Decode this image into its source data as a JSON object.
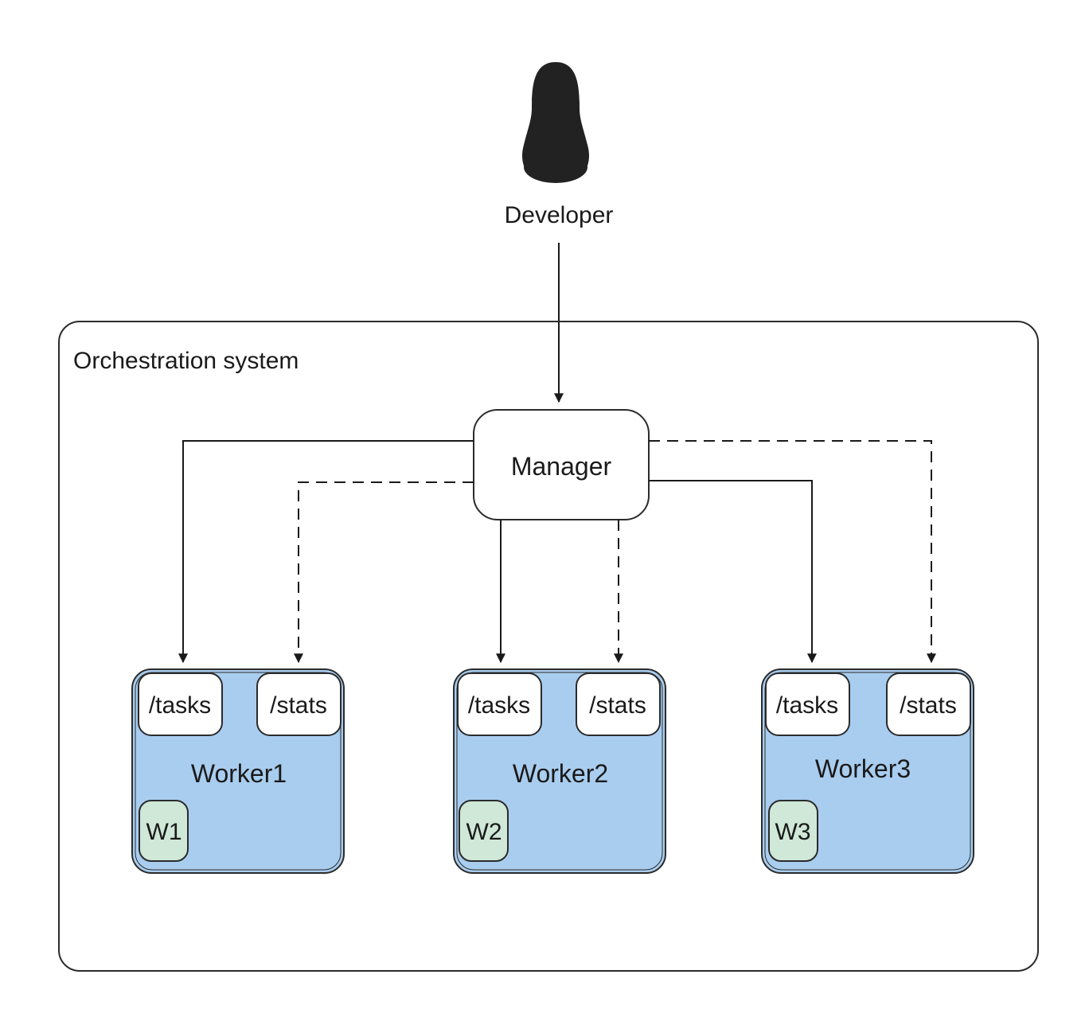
{
  "developer": {
    "label": "Developer",
    "icon": "person-icon"
  },
  "system": {
    "title": "Orchestration system"
  },
  "manager": {
    "label": "Manager"
  },
  "workers": [
    {
      "name": "Worker1",
      "tasks_label": "/tasks",
      "stats_label": "/stats",
      "badge": "W1"
    },
    {
      "name": "Worker2",
      "tasks_label": "/tasks",
      "stats_label": "/stats",
      "badge": "W2"
    },
    {
      "name": "Worker3",
      "tasks_label": "/tasks",
      "stats_label": "/stats",
      "badge": "W3"
    }
  ],
  "colors": {
    "worker_fill": "#a9cdef",
    "badge_fill": "#cfe8d8",
    "stroke": "#2b2b2b",
    "icon": "#222222"
  }
}
